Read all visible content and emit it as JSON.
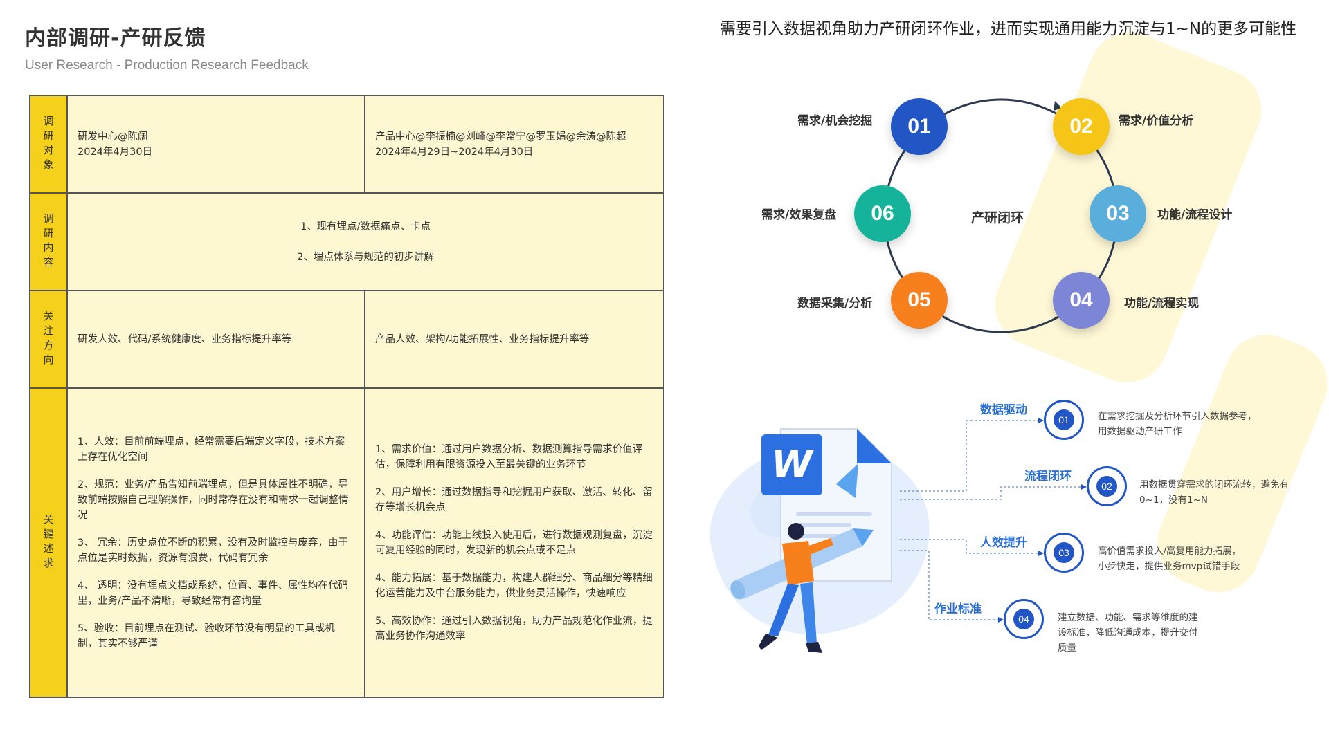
{
  "header": {
    "title": "内部调研-产研反馈",
    "subtitle": "User Research - Production Research Feedback"
  },
  "table": {
    "rows": [
      {
        "head": "调研对象",
        "left": [
          "研发中心@陈阔",
          "2024年4月30日"
        ],
        "right": [
          "产品中心@李振楠@刘峰@李常宁@罗玉娟@余涛@陈超",
          "2024年4月29日~2024年4月30日"
        ]
      },
      {
        "head": "调研内容",
        "full": [
          "1、现有埋点/数据痛点、卡点",
          "2、埋点体系与规范的初步讲解"
        ]
      },
      {
        "head": "关注方向",
        "left": [
          "研发人效、代码/系统健康度、业务指标提升率等"
        ],
        "right": [
          "产品人效、架构/功能拓展性、业务指标提升率等"
        ]
      },
      {
        "head": "关键述求",
        "left": [
          "1、人效：目前前端埋点，经常需要后端定义字段，技术方案上存在优化空间",
          "2、规范：业务/产品告知前端埋点，但是具体属性不明确，导致前端按照自己理解操作，同时常存在没有和需求一起调整情况",
          "3、 冗余：历史点位不断的积累，没有及时监控与废弃，由于点位是实时数据，资源有浪费，代码有冗余",
          "4、 透明：没有埋点文档或系统，位置、事件、属性均在代码里，业务/产品不清晰，导致经常有咨询量",
          "5、验收：目前埋点在测试、验收环节没有明显的工具或机制，其实不够严谨"
        ],
        "right": [
          "1、需求价值：通过用户数据分析、数据测算指导需求价值评估，保障利用有限资源投入至最关键的业务环节",
          "2、用户增长：通过数据指导和挖掘用户获取、激活、转化、留存等增长机会点",
          "4、功能评估：功能上线投入使用后，进行数据观测复盘，沉淀可复用经验的同时，发现新的机会点或不足点",
          "4、能力拓展：基于数据能力，构建人群细分、商品细分等精细化运营能力及中台服务能力，供业务灵活操作，快速响应",
          "5、高效协作：通过引入数据视角，助力产品规范化作业流，提高业务协作沟通效率"
        ]
      }
    ]
  },
  "right_heading": "需要引入数据视角助力产研闭环作业，进而实现通用能力沉淀与1~N的更多可能性",
  "cycle": {
    "center": "产研闭环",
    "steps": [
      {
        "num": "01",
        "label": "需求/机会挖掘",
        "color": "#2156c4"
      },
      {
        "num": "02",
        "label": "需求/价值分析",
        "color": "#f5c518"
      },
      {
        "num": "03",
        "label": "功能/流程设计",
        "color": "#5aaedc"
      },
      {
        "num": "04",
        "label": "功能/流程实现",
        "color": "#7d86d6"
      },
      {
        "num": "05",
        "label": "数据采集/分析",
        "color": "#f7801c"
      },
      {
        "num": "06",
        "label": "需求/效果复盘",
        "color": "#14b39a"
      }
    ]
  },
  "features": [
    {
      "num": "01",
      "title": "数据驱动",
      "desc": [
        "在需求挖掘及分析环节引入数据参考，",
        "用数据驱动产研工作"
      ]
    },
    {
      "num": "02",
      "title": "流程闭环",
      "desc": [
        "用数据贯穿需求的闭环流转，避免有",
        "0~1，没有1~N"
      ]
    },
    {
      "num": "03",
      "title": "人效提升",
      "desc": [
        "高价值需求投入/高复用能力拓展，",
        "小步快走，提供业务mvp试错手段"
      ]
    },
    {
      "num": "04",
      "title": "作业标准",
      "desc": [
        "建立数据、功能、需求等维度的建",
        "设标准，降低沟通成本，提升交付",
        "质量"
      ]
    }
  ],
  "illustration": {
    "doc_icon_letter": "W"
  },
  "colors": {
    "table_bg": "#fef8d2",
    "table_head": "#f5d11c",
    "accent_blue": "#2156c4",
    "feature_title": "#2a6fd6"
  }
}
